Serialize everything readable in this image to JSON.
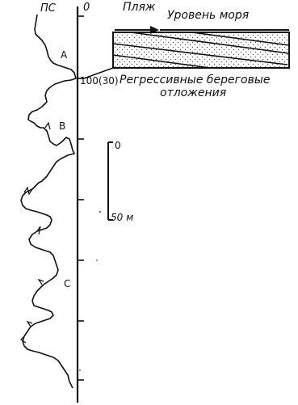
{
  "log": {
    "curve_label": "ПС",
    "depth_zero": "0",
    "depth_100": "100(30)",
    "units": [
      "A",
      "B",
      "C"
    ]
  },
  "section": {
    "beach_label": "Пляж",
    "sea_level_label": "Уровень моря",
    "deposits_line1": "Регрессивные береговые",
    "deposits_line2": "отложения"
  },
  "scale": {
    "zero": "0",
    "fifty": "50 м"
  },
  "colors": {
    "ink": "#111111",
    "fill_pattern": "#555555"
  }
}
